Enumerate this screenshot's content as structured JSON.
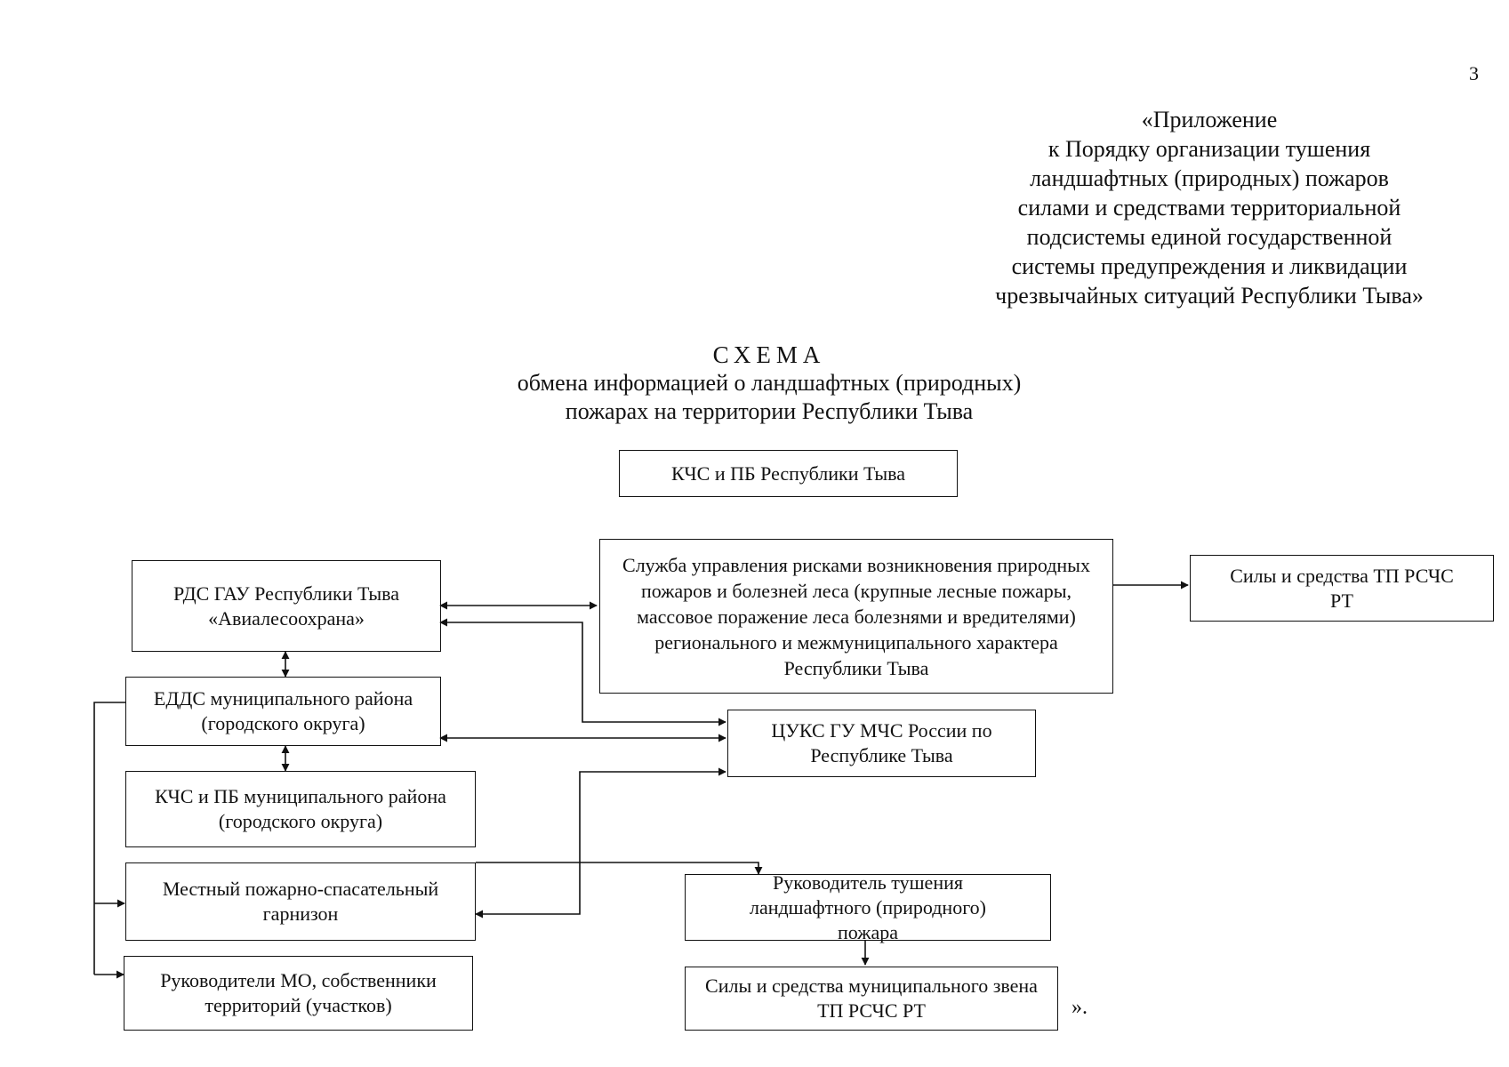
{
  "page_number": "3",
  "appendix": {
    "lines": [
      "«Приложение",
      "к Порядку организации тушения",
      "ландшафтных (природных) пожаров",
      "силами и средствами территориальной",
      "подсистемы единой государственной",
      "системы предупреждения и ликвидации",
      "чрезвычайных ситуаций Республики Тыва»"
    ]
  },
  "title": {
    "heading": "СХЕМА",
    "line1": "обмена информацией о ландшафтных (природных)",
    "line2": "пожарах на территории Республики Тыва"
  },
  "boxes": {
    "kchs_rt": "КЧС и ПБ Республики Тыва",
    "rds": "РДС ГАУ Республики Тыва «Авиалесоохрана»",
    "service": "Служба управления рисками возникновения природных пожаров и болезней леса (крупные лесные пожары, массовое поражение леса болезнями и вредителями) регионального и межмуниципального характера Республики Тыва",
    "forces_tp": "Силы и средства ТП РСЧС РТ",
    "edds": "ЕДДС муниципального района (городского округа)",
    "tsuks": "ЦУКС ГУ МЧС России по Республике Тыва",
    "kchs_mun": "КЧС и ПБ муниципального района (городского округа)",
    "garrison": "Местный пожарно-спасательный гарнизон",
    "head_fire": "Руководитель тушения ландшафтного (природного) пожара",
    "heads_mo": "Руководители МО, собственники территорий (участков)",
    "forces_mun": "Силы и средства муниципального звена ТП РСЧС РТ"
  },
  "closing_mark": "»."
}
